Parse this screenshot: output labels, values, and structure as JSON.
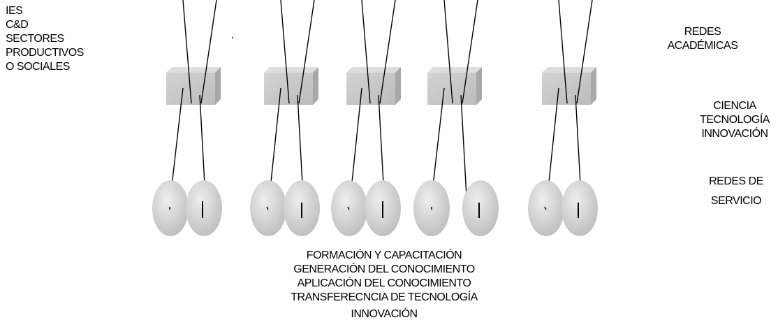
{
  "left_labels": [
    "IES",
    "C&D",
    "SECTORES",
    "PRODUCTIVOS",
    "O SOCIALES"
  ],
  "right_labels": {
    "redes_academicas": [
      "REDES",
      "ACADÉMICAS"
    ],
    "ciencia": [
      "CIENCIA",
      "TECNOLOGÍA",
      "INNOVACIÓN"
    ],
    "redes_servicio": [
      "REDES DE",
      "SERVICIO"
    ]
  },
  "bottom_labels": [
    "FORMACIÓN Y CAPACITACIÓN",
    "GENERACIÓN DEL CONOCIMIENTO",
    "APLICACIÓN DEL CONOCIMIENTO",
    "TRANSFERECNCIA DE TECNOLOGÍA",
    "INNOVACIÓN"
  ],
  "colors": {
    "block_front": "#c8c8c8",
    "block_top": "#dcdcdc",
    "block_side": "#a8a8a8",
    "lens": "#d6d6d6",
    "line": "#000000"
  }
}
